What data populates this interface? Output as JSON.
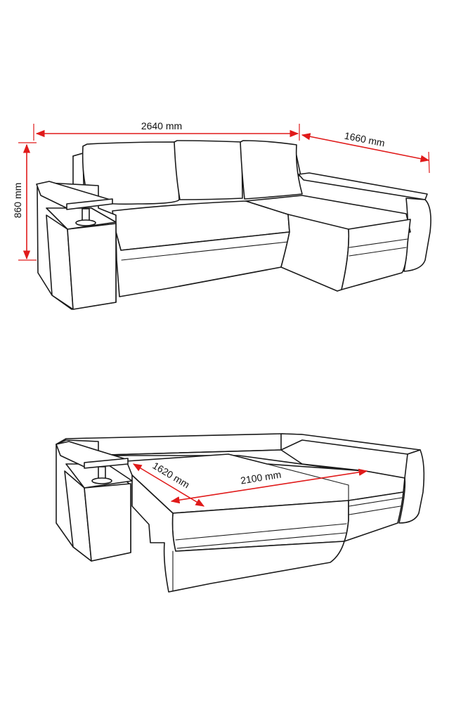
{
  "colors": {
    "dimension_line": "#e01a1a",
    "outline": "#1a1a1a",
    "background": "#ffffff"
  },
  "dimensions": {
    "assembled_width": "2640 mm",
    "assembled_depth": "1660 mm",
    "assembled_height": "860 mm",
    "bed_depth": "1620 mm",
    "bed_length": "2100 mm"
  }
}
